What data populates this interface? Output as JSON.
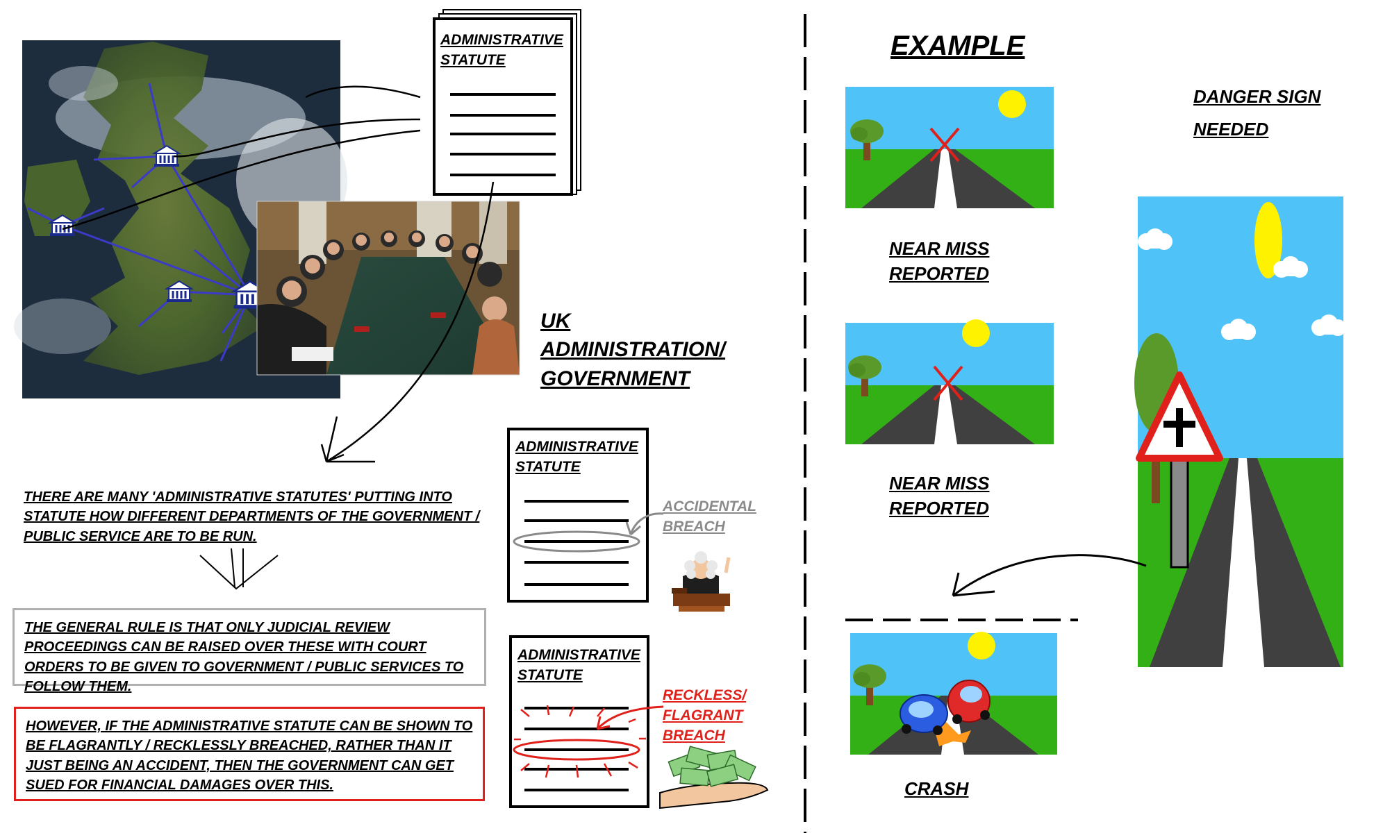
{
  "left_panel": {
    "top_statute_title": "ADMINISTRATIVE STATUTE",
    "uk_label": "UK ADMINISTRATION/ GOVERNMENT",
    "statement_1": "THERE ARE MANY 'ADMINISTRATIVE STATUTES' PUTTING INTO STATUTE HOW DIFFERENT DEPARTMENTS OF THE GOVERNMENT / PUBLIC SERVICE ARE TO BE RUN.",
    "statement_2": "THE GENERAL RULE IS THAT ONLY JUDICIAL REVIEW PROCEEDINGS CAN BE RAISED OVER THESE WITH COURT ORDERS TO BE GIVEN TO GOVERNMENT / PUBLIC SERVICES TO FOLLOW THEM.",
    "statement_3": "HOWEVER, IF THE ADMINISTRATIVE STATUTE CAN BE SHOWN TO BE FLAGRANTLY / RECKLESSLY BREACHED, RATHER THAN IT JUST BEING AN ACCIDENT, THEN THE GOVERNMENT CAN GET SUED FOR FINANCIAL DAMAGES OVER THIS.",
    "statute_accidental_title": "ADMINISTRATIVE STATUTE",
    "accidental_label": "ACCIDENTAL BREACH",
    "statute_reckless_title": "ADMINISTRATIVE STATUTE",
    "reckless_label": "RECKLESS/ FLAGRANT BREACH"
  },
  "right_panel": {
    "example_title": "EXAMPLE",
    "near_miss_1": "NEAR MISS REPORTED",
    "near_miss_2": "NEAR MISS REPORTED",
    "crash_label": "CRASH",
    "danger_sign_label": "DANGER SIGN NEEDED"
  },
  "colors": {
    "accidental": "#8a8a8a",
    "reckless": "#e0201a",
    "sky": "#4fc3f7",
    "grass": "#33b016",
    "road": "#404040",
    "sun": "#fff200",
    "map_link": "#3b3bc8"
  },
  "icons": [
    "government-building-icon",
    "judge-icon",
    "money-hand-icon",
    "car-crash-icon",
    "crossroads-warning-sign-icon",
    "tree-icon",
    "cloud-icon",
    "sun-icon"
  ]
}
